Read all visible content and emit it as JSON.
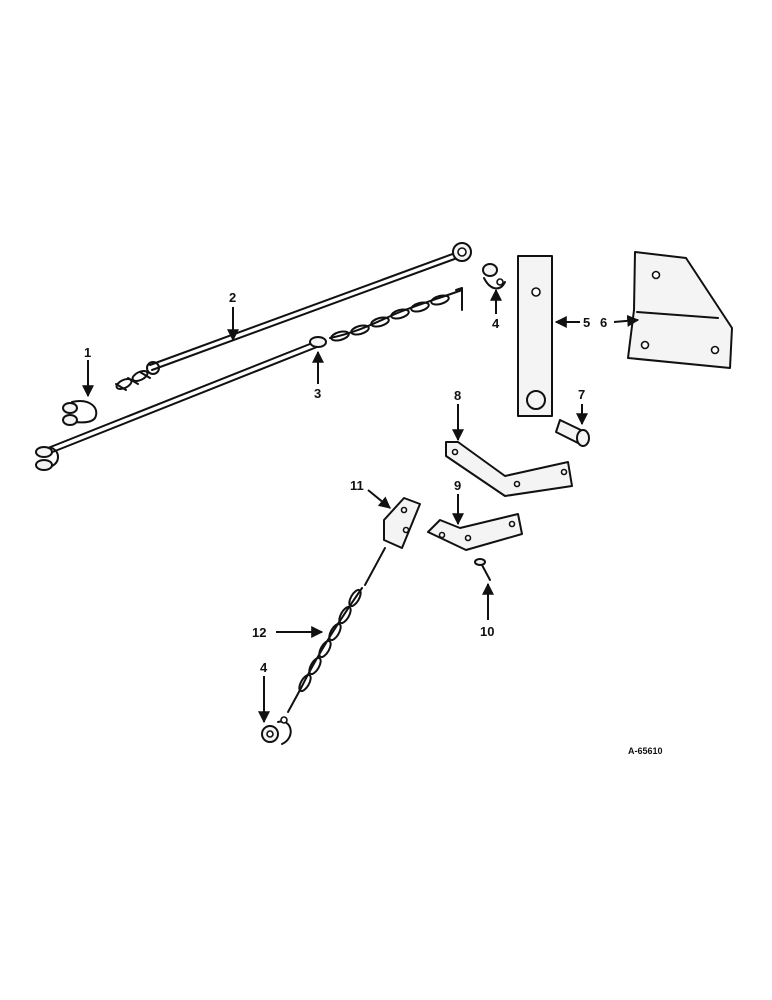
{
  "diagram": {
    "callouts": [
      "1",
      "2",
      "3",
      "4",
      "5",
      "6",
      "7",
      "8",
      "9",
      "10",
      "11",
      "12",
      "4"
    ],
    "reference_code": "A-65610"
  }
}
